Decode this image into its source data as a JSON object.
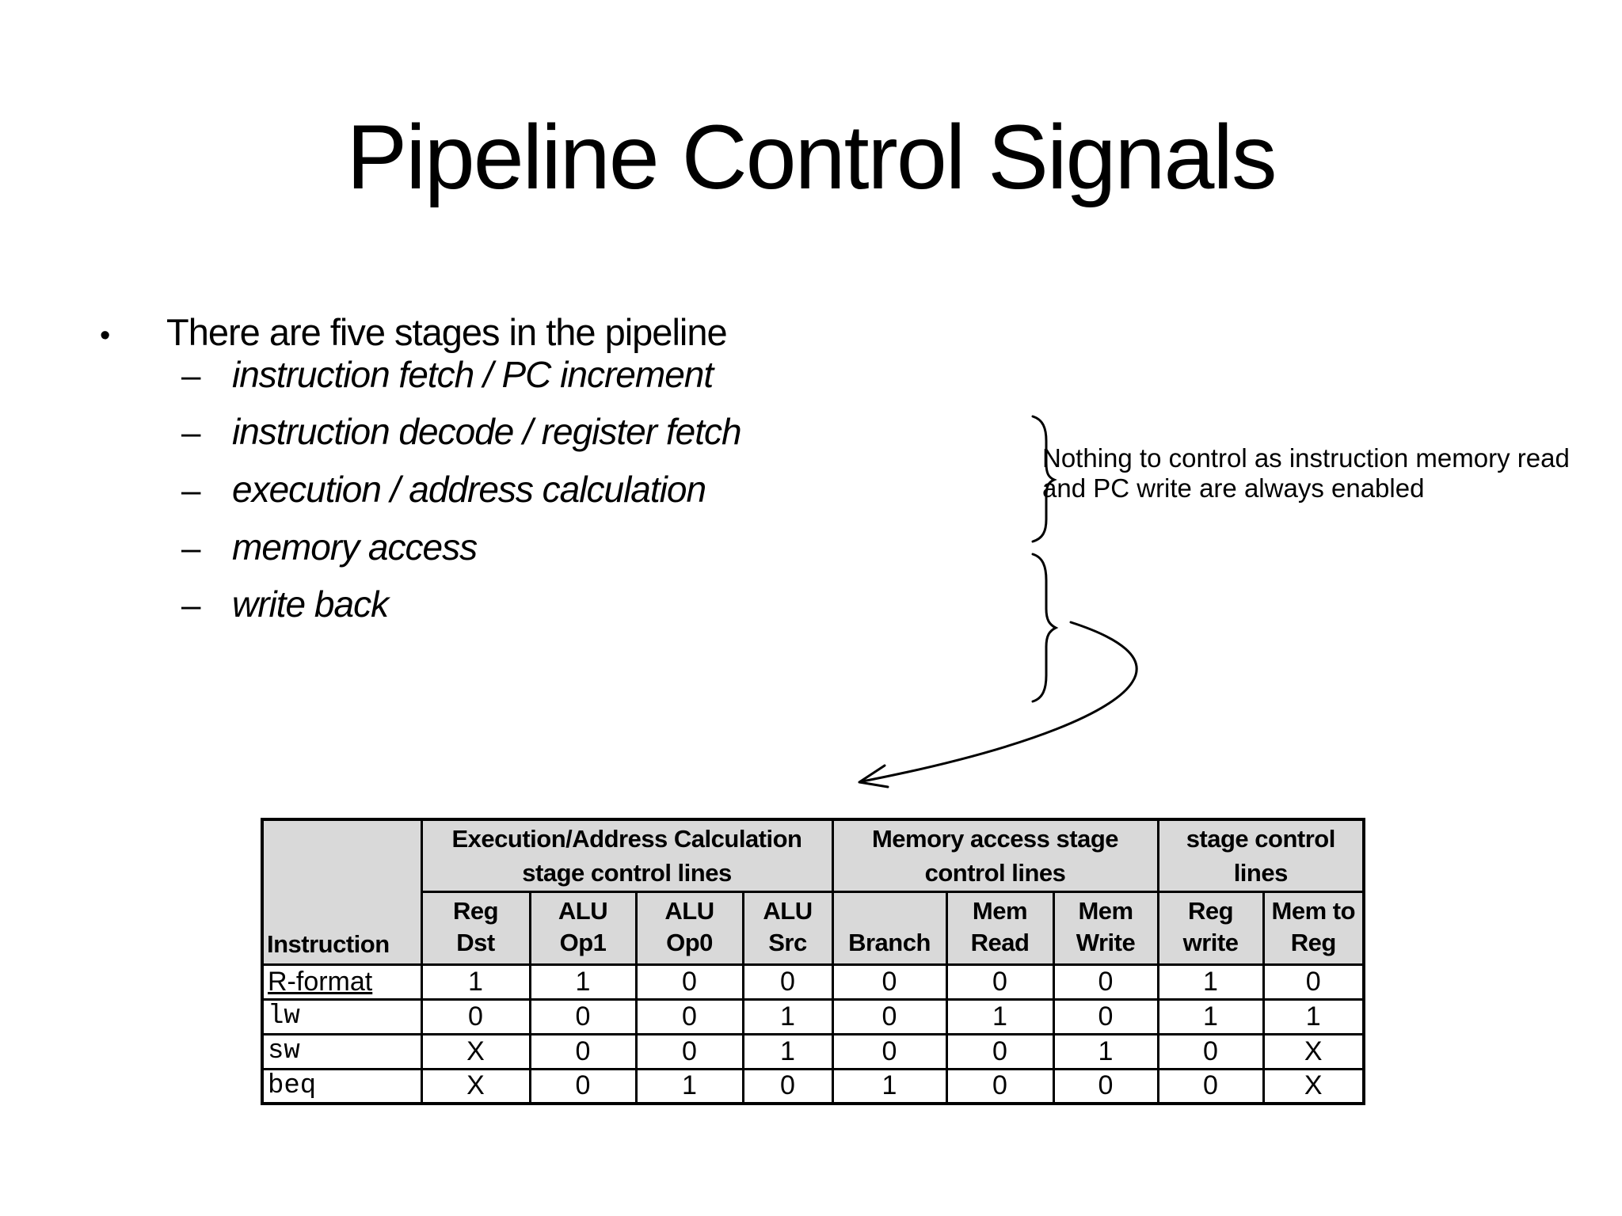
{
  "slide": {
    "title": "Pipeline Control Signals",
    "bullet_marker": "•",
    "dash_marker": "–",
    "bullet": "There are five stages in the pipeline",
    "stages": [
      "instruction fetch / PC increment",
      "instruction decode / register fetch",
      "execution / address calculation",
      "memory access",
      "write back"
    ],
    "annotation": "Nothing to control as instruction memory read and PC write are always enabled"
  },
  "table": {
    "col_header": "Instruction",
    "groups": [
      "Execution/Address Calculation\nstage control lines",
      "Memory access stage\ncontrol lines",
      "stage control\nlines"
    ],
    "columns": [
      "Reg\nDst",
      "ALU\nOp1",
      "ALU\nOp0",
      "ALU\nSrc",
      "Branch",
      "Mem\nRead",
      "Mem\nWrite",
      "Reg\nwrite",
      "Mem to\nReg"
    ],
    "rows": [
      {
        "name": "R-format",
        "values": [
          "1",
          "1",
          "0",
          "0",
          "0",
          "0",
          "0",
          "1",
          "0"
        ]
      },
      {
        "name": "lw",
        "values": [
          "0",
          "0",
          "0",
          "1",
          "0",
          "1",
          "0",
          "1",
          "1"
        ]
      },
      {
        "name": "sw",
        "values": [
          "X",
          "0",
          "0",
          "1",
          "0",
          "0",
          "1",
          "0",
          "X"
        ]
      },
      {
        "name": "beq",
        "values": [
          "X",
          "0",
          "1",
          "0",
          "1",
          "0",
          "0",
          "0",
          "X"
        ]
      }
    ]
  },
  "colors": {
    "header_bg": "#d9d9d9",
    "border": "#000000",
    "text": "#000000",
    "background": "#ffffff"
  }
}
